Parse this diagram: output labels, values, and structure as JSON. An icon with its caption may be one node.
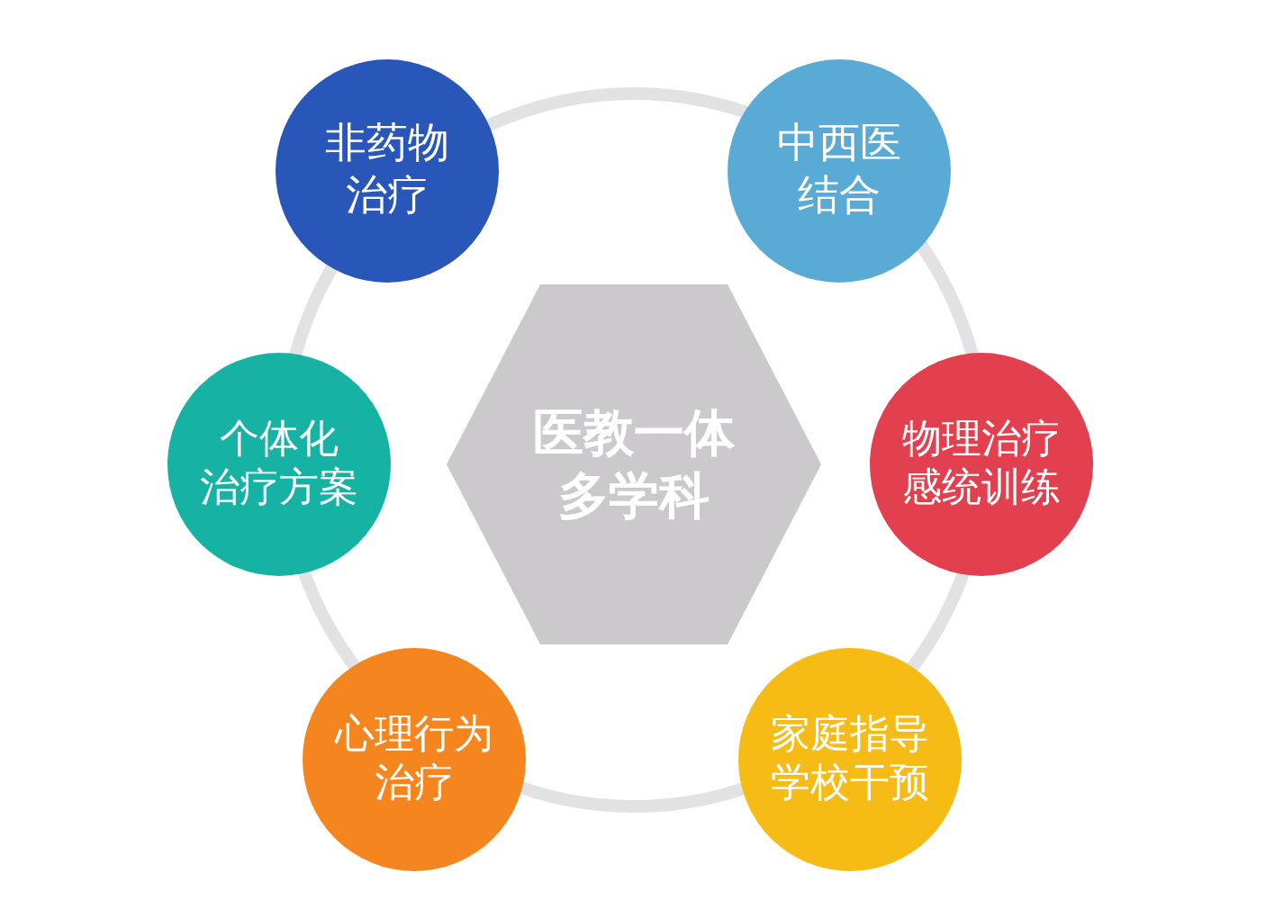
{
  "diagram": {
    "nodes": [
      {
        "text": [
          "非药物治疗"
        ]
      },
      {
        "text": [
          "中西医结合"
        ]
      },
      {
        "text": [
          "医教一体多学科"
        ]
      },
      {
        "text": [
          "个体化治疗方案"
        ]
      },
      {
        "text": [
          "物理治疗感统训练"
        ]
      },
      {
        "text": [
          "心理行为治疗"
        ]
      },
      {
        "text": [
          "家庭指导学校干预"
        ]
      }
    ]
  }
}
